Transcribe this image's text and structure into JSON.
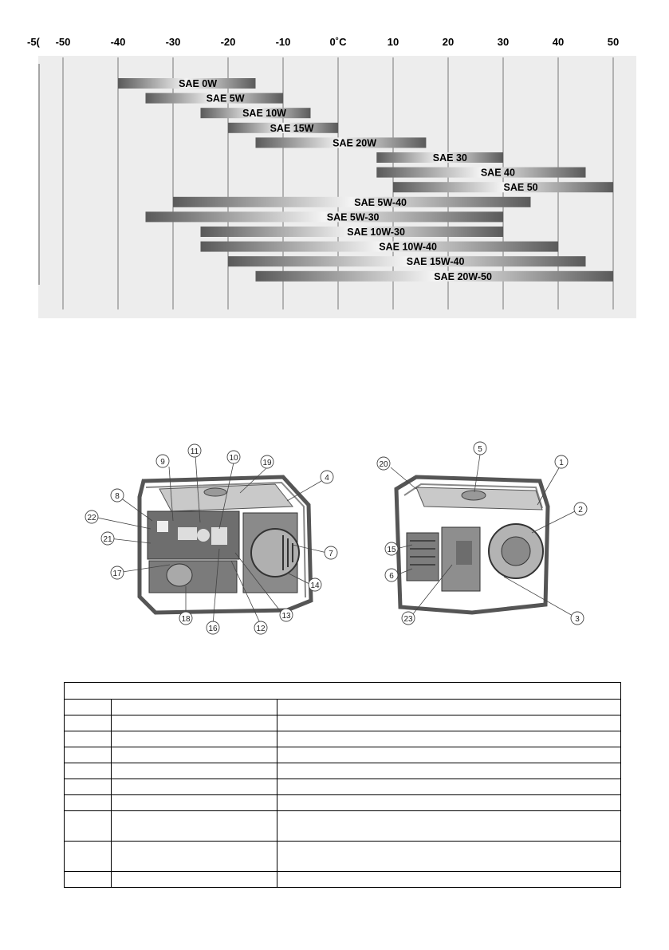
{
  "chart_data": {
    "type": "bar",
    "orientation": "horizontal",
    "title": "",
    "xlabel": "",
    "ylabel": "",
    "x_unit": "°C",
    "xlim": [
      -50,
      50
    ],
    "ticks": [
      {
        "value": -50,
        "label": "-50"
      },
      {
        "value": -40,
        "label": "-40"
      },
      {
        "value": -30,
        "label": "-30"
      },
      {
        "value": -20,
        "label": "-20"
      },
      {
        "value": -10,
        "label": "-10"
      },
      {
        "value": 0,
        "label": "0˚C"
      },
      {
        "value": 10,
        "label": "10"
      },
      {
        "value": 20,
        "label": "20"
      },
      {
        "value": 30,
        "label": "30"
      },
      {
        "value": 40,
        "label": "40"
      },
      {
        "value": 50,
        "label": "50"
      }
    ],
    "left_edge_label": "-5(",
    "grid": true,
    "legend": "none",
    "bar_gradient": {
      "light": "#f4f4f4",
      "dark": "#5a5a5a"
    },
    "categories": [
      "SAE 0W",
      "SAE 5W",
      "SAE 10W",
      "SAE 15W",
      "SAE 20W",
      "SAE 30",
      "SAE 40",
      "SAE 50",
      "SAE 5W-40",
      "SAE 5W-30",
      "SAE 10W-30",
      "SAE 10W-40",
      "SAE 15W-40",
      "SAE 20W-50"
    ],
    "ranges": [
      {
        "label": "SAE 0W",
        "from": -40,
        "to": -15
      },
      {
        "label": "SAE 5W",
        "from": -35,
        "to": -10
      },
      {
        "label": "SAE 10W",
        "from": -25,
        "to": -5
      },
      {
        "label": "SAE 15W",
        "from": -20,
        "to": 0
      },
      {
        "label": "SAE 20W",
        "from": -15,
        "to": 16
      },
      {
        "label": "SAE 30",
        "from": 7,
        "to": 30
      },
      {
        "label": "SAE 40",
        "from": 7,
        "to": 45
      },
      {
        "label": "SAE 50",
        "from": 10,
        "to": 50
      },
      {
        "label": "SAE 5W-40",
        "from": -30,
        "to": 35
      },
      {
        "label": "SAE 5W-30",
        "from": -35,
        "to": 30
      },
      {
        "label": "SAE 10W-30",
        "from": -25,
        "to": 30
      },
      {
        "label": "SAE 10W-40",
        "from": -25,
        "to": 40
      },
      {
        "label": "SAE 15W-40",
        "from": -20,
        "to": 45
      },
      {
        "label": "SAE 20W-50",
        "from": -15,
        "to": 50
      }
    ]
  },
  "figures": {
    "left_view": {
      "icon": "generator-front-view-illustration",
      "callouts": [
        "9",
        "11",
        "10",
        "19",
        "4",
        "8",
        "22",
        "21",
        "17",
        "18",
        "16",
        "12",
        "13",
        "14",
        "7"
      ]
    },
    "right_view": {
      "icon": "generator-rear-view-illustration",
      "callouts": [
        "20",
        "5",
        "1",
        "2",
        "15",
        "6",
        "23",
        "3"
      ]
    }
  },
  "parts_table": {
    "title": "",
    "rows": [
      {
        "no": "",
        "name": "",
        "description": "",
        "tall": false
      },
      {
        "no": "",
        "name": "",
        "description": "",
        "tall": false
      },
      {
        "no": "",
        "name": "",
        "description": "",
        "tall": false
      },
      {
        "no": "",
        "name": "",
        "description": "",
        "tall": false
      },
      {
        "no": "",
        "name": "",
        "description": "",
        "tall": false
      },
      {
        "no": "",
        "name": "",
        "description": "",
        "tall": false
      },
      {
        "no": "",
        "name": "",
        "description": "",
        "tall": false
      },
      {
        "no": "",
        "name": "",
        "description": "",
        "tall": true
      },
      {
        "no": "",
        "name": "",
        "description": "",
        "tall": true
      },
      {
        "no": "",
        "name": "",
        "description": "",
        "tall": false
      }
    ]
  }
}
